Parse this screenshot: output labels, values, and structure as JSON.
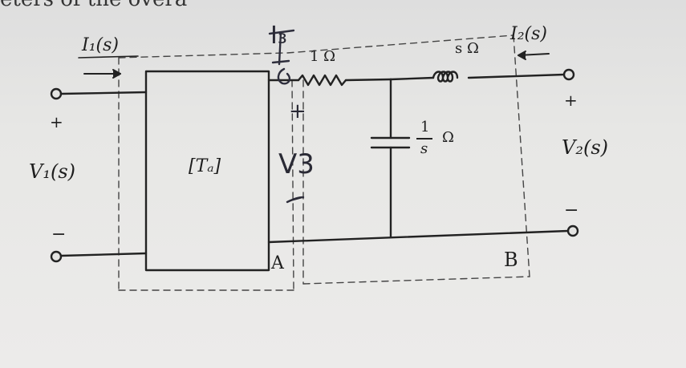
{
  "page_header_fragment": "eters of the overa",
  "circuit": {
    "i1_label": "I₁(s)",
    "i2_label": "I₂(s)",
    "v1_label": "V₁(s)",
    "v2_label": "V₂(s)",
    "plus_left": "+",
    "minus_left": "−",
    "plus_right": "+",
    "minus_right": "−",
    "block_label": "[Tₐ]",
    "resistor_label": "1 Ω",
    "inductor_label": "s Ω",
    "capacitor_label_num": "1",
    "capacitor_label_den": "s",
    "capacitor_label_unit": "Ω",
    "node_a_label": "A",
    "node_b_label": "B"
  },
  "handwriting": {
    "current_label": "I₃",
    "plus_mark": "+",
    "voltage_label": "V3",
    "minus_mark": "−"
  }
}
